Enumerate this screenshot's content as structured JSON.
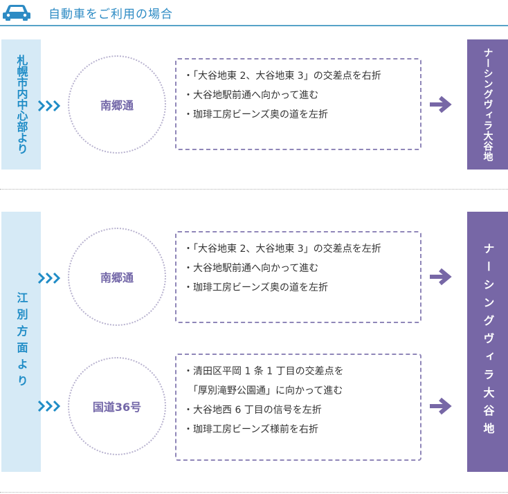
{
  "header": {
    "title": "自動車をご利用の場合",
    "icon": "car-icon"
  },
  "section1": {
    "origin": "札幌市内中心部より",
    "routes": [
      {
        "road": "南郷通",
        "directions": [
          "・「大谷地東 2、大谷地東 3」の交差点を右折",
          "・大谷地駅前通へ向かって進む",
          "・珈琲工房ビーンズ奥の道を左折"
        ]
      }
    ],
    "destination": "ナーシングヴィラ大谷地"
  },
  "section2": {
    "origin": "江別方面より",
    "routes": [
      {
        "road": "南郷通",
        "directions": [
          "・「大谷地東 2、大谷地東 3」の交差点を左折",
          "・大谷地駅前通へ向かって進む",
          "・珈琲工房ビーンズ奥の道を左折"
        ]
      },
      {
        "road": "国道36号",
        "directions": [
          "・清田区平岡 1 条 1 丁目の交差点を",
          "　「厚別滝野公園通」に向かって進む",
          "・大谷地西 6 丁目の信号を左折",
          "・珈琲工房ビーンズ様前を右折"
        ]
      }
    ],
    "destination": "ナーシングヴィラ大谷地"
  },
  "colors": {
    "blue": "#2d8bc4",
    "light_blue": "#d6eaf6",
    "purple": "#7767a6",
    "chevron": "#1f8cc6"
  }
}
